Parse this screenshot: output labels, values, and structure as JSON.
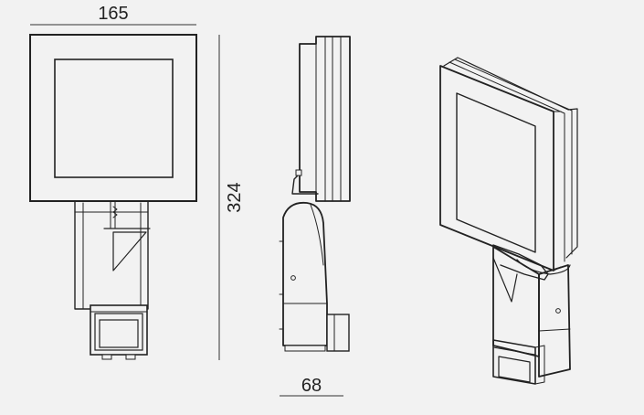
{
  "dimensions": {
    "width": "165",
    "height": "324",
    "depth": "68"
  }
}
